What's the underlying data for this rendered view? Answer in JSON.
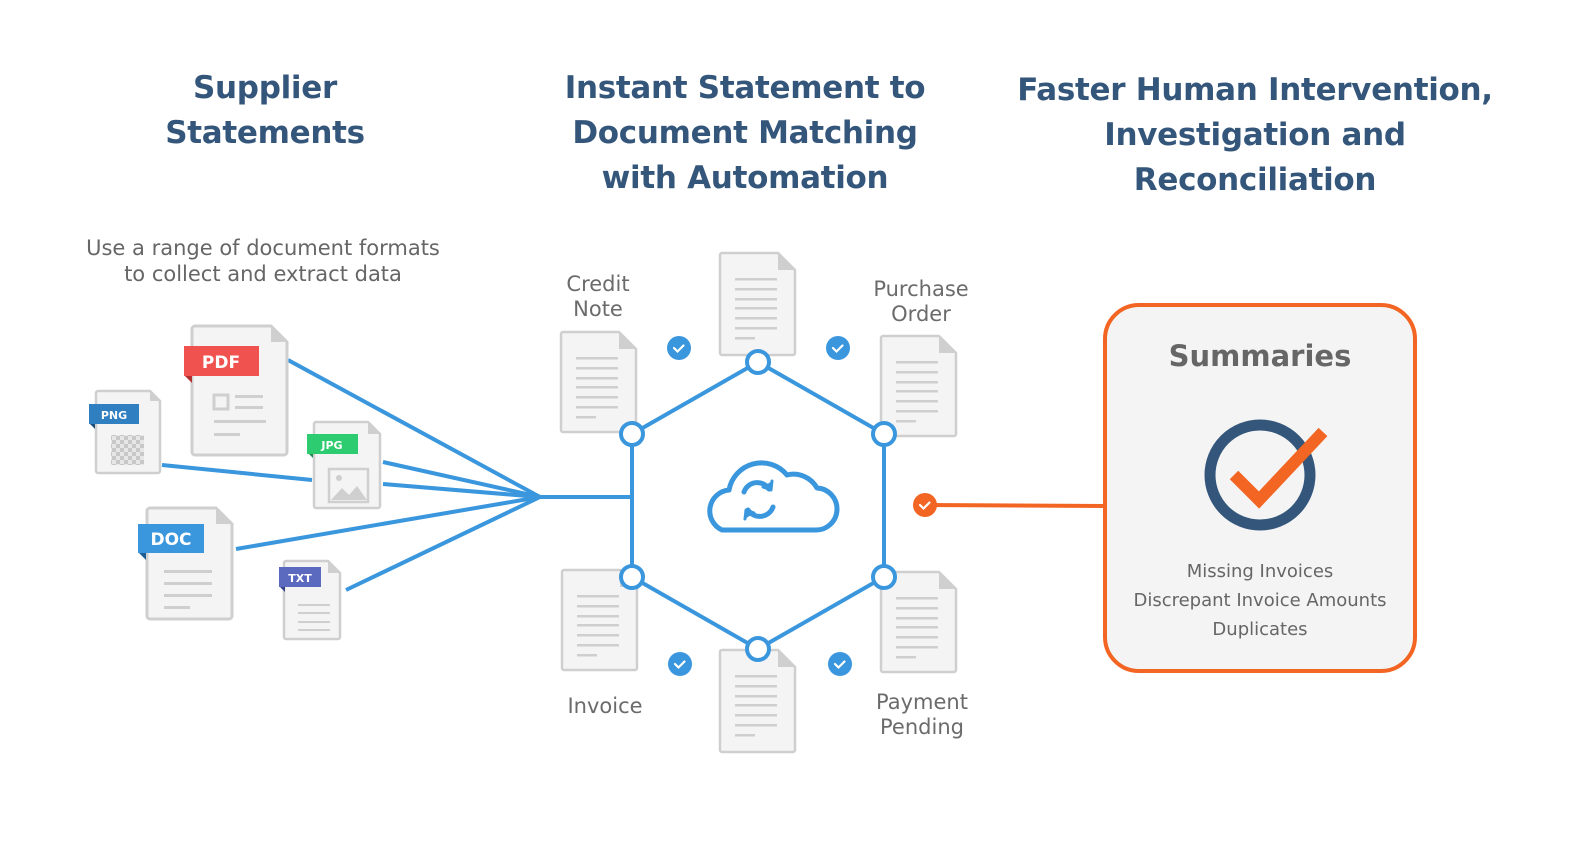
{
  "columns": [
    {
      "heading_lines": [
        "Supplier",
        "Statements"
      ],
      "subtext_lines": [
        "Use a range of document formats",
        "to collect and extract data"
      ]
    },
    {
      "heading_lines": [
        "Instant Statement to",
        "Document Matching",
        "with Automation"
      ]
    },
    {
      "heading_lines": [
        "Faster Human Intervention,",
        "Investigation and",
        "Reconciliation"
      ]
    }
  ],
  "file_formats": [
    {
      "label": "PDF",
      "color": "#f0524f"
    },
    {
      "label": "PNG",
      "color": "#2f7fc1"
    },
    {
      "label": "JPG",
      "color": "#2ecc71"
    },
    {
      "label": "DOC",
      "color": "#3a96dd"
    },
    {
      "label": "TXT",
      "color": "#5b6abf"
    }
  ],
  "document_types": [
    {
      "lines": [
        "Credit",
        "Note"
      ]
    },
    {
      "lines": [
        "Purchase",
        "Order"
      ]
    },
    {
      "lines": [
        "Invoice"
      ]
    },
    {
      "lines": [
        "Payment",
        "Pending"
      ]
    }
  ],
  "center_icon": "cloud-sync-icon",
  "summary": {
    "title": "Summaries",
    "icon": "check-circle-icon",
    "items": [
      "Missing Invoices",
      "Discrepant Invoice Amounts",
      "Duplicates"
    ]
  },
  "colors": {
    "heading": "#34567b",
    "accent_blue": "#3a96dd",
    "accent_orange": "#f26522",
    "doc_fill": "#f4f4f4",
    "doc_stroke": "#cfcfcf"
  }
}
